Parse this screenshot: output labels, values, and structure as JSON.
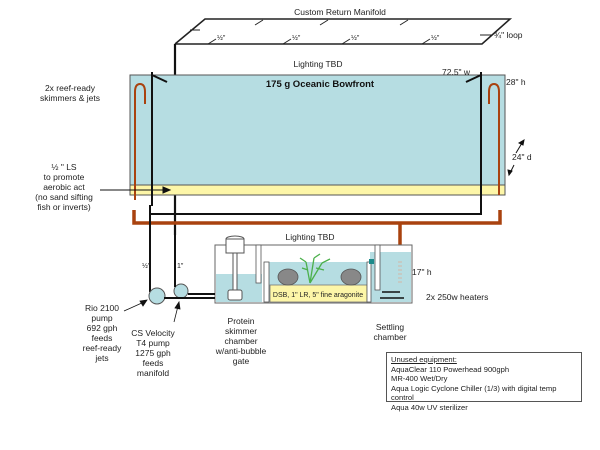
{
  "manifold": {
    "title": "Custom Return Manifold",
    "outlets": [
      "½\"",
      "½\"",
      "½\"",
      "½\""
    ],
    "loop_label": "¾\" loop"
  },
  "display_tank": {
    "lighting": "Lighting TBD",
    "title": "175 g Oceanic Bowfront",
    "width": "72.5\" w",
    "height": "28\" h",
    "depth": "24\" d",
    "colors": {
      "water": "#b6dde2",
      "sand": "#fdf6a8",
      "return_pipe": "#a9420f",
      "plumbing": "#111111"
    }
  },
  "left_notes": {
    "skimmers": [
      "2x reef-ready",
      "skimmers & jets"
    ],
    "sand_bed": [
      "½ \" LS",
      "to promote",
      "aerobic act",
      "(no sand sifting",
      "fish or inverts)"
    ]
  },
  "sump": {
    "lighting": "Lighting TBD",
    "refugium_label": "DSB, 1\" LR, 5\" fine aragonite",
    "height": "17\" h",
    "heaters": "2x 250w heaters",
    "pipe_labels": {
      "left": "½\"",
      "right": "1\""
    }
  },
  "captions": {
    "rio_pump": [
      "Rio 2100",
      "pump",
      "692 gph",
      "feeds",
      "reef-ready",
      "jets"
    ],
    "cs_pump": [
      "CS Velocity",
      "T4 pump",
      "1275 gph",
      "feeds",
      "manifold"
    ],
    "skimmer_chamber": [
      "Protein",
      "skimmer",
      "chamber",
      "w/anti-bubble",
      "gate"
    ],
    "settling_chamber": [
      "Settling",
      "chamber"
    ]
  },
  "unused_equipment": {
    "header": "Unused equipment:",
    "items": [
      "AquaClear 110 Powerhead 900gph",
      "MR-400 Wet/Dry",
      "Aqua Logic Cyclone Chiller (1/3) with digital temp control",
      "Aqua 40w UV sterilizer"
    ]
  }
}
